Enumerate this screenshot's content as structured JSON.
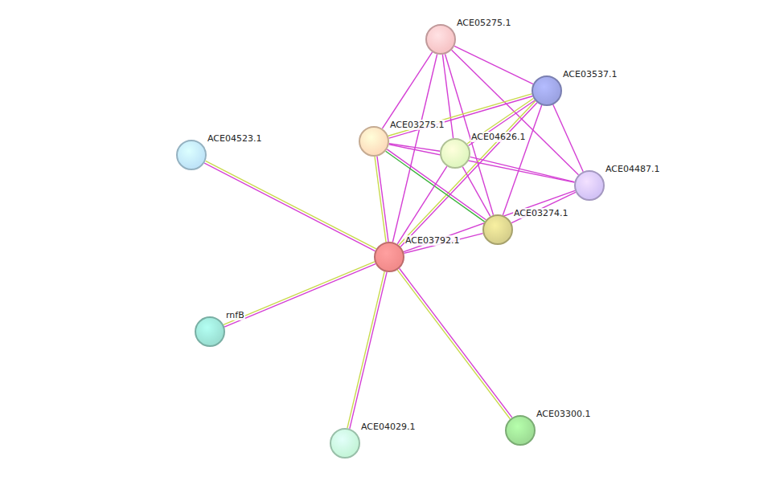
{
  "diagram": {
    "nodes": [
      {
        "text": [
          "ACE05275.1"
        ]
      },
      {
        "text": [
          "ACE03537.1"
        ]
      },
      {
        "text": [
          "ACE04523.1"
        ]
      },
      {
        "text": [
          "ACE03275.1"
        ]
      },
      {
        "text": [
          "ACE04626.1"
        ]
      },
      {
        "text": [
          "ACE04487.1"
        ]
      },
      {
        "text": [
          "ACE03274.1"
        ]
      },
      {
        "text": [
          "ACE03792.1"
        ]
      },
      {
        "text": [
          "rnfB"
        ]
      },
      {
        "text": [
          "ACE04029.1"
        ]
      },
      {
        "text": [
          "ACE03300.1"
        ]
      }
    ],
    "edges": [
      {
        "from": 0,
        "to": 1,
        "arrow": "none"
      },
      {
        "from": 0,
        "to": 3,
        "arrow": "none"
      },
      {
        "from": 0,
        "to": 4,
        "arrow": "none"
      },
      {
        "from": 0,
        "to": 5,
        "arrow": "none"
      },
      {
        "from": 0,
        "to": 6,
        "arrow": "none"
      },
      {
        "from": 0,
        "to": 7,
        "arrow": "none"
      },
      {
        "from": 1,
        "to": 3,
        "arrow": "none"
      },
      {
        "from": 1,
        "to": 4,
        "arrow": "none"
      },
      {
        "from": 1,
        "to": 5,
        "arrow": "none"
      },
      {
        "from": 1,
        "to": 6,
        "arrow": "none"
      },
      {
        "from": 1,
        "to": 7,
        "arrow": "none"
      },
      {
        "from": 3,
        "to": 4,
        "arrow": "none"
      },
      {
        "from": 3,
        "to": 5,
        "arrow": "none"
      },
      {
        "from": 3,
        "to": 6,
        "arrow": "none"
      },
      {
        "from": 3,
        "to": 7,
        "arrow": "none"
      },
      {
        "from": 4,
        "to": 5,
        "arrow": "none"
      },
      {
        "from": 4,
        "to": 6,
        "arrow": "none"
      },
      {
        "from": 4,
        "to": 7,
        "arrow": "none"
      },
      {
        "from": 5,
        "to": 6,
        "arrow": "none"
      },
      {
        "from": 5,
        "to": 7,
        "arrow": "none"
      },
      {
        "from": 6,
        "to": 7,
        "arrow": "none"
      },
      {
        "from": 7,
        "to": 2,
        "arrow": "none"
      },
      {
        "from": 7,
        "to": 8,
        "arrow": "none"
      },
      {
        "from": 7,
        "to": 9,
        "arrow": "none"
      },
      {
        "from": 7,
        "to": 10,
        "arrow": "none"
      }
    ]
  }
}
